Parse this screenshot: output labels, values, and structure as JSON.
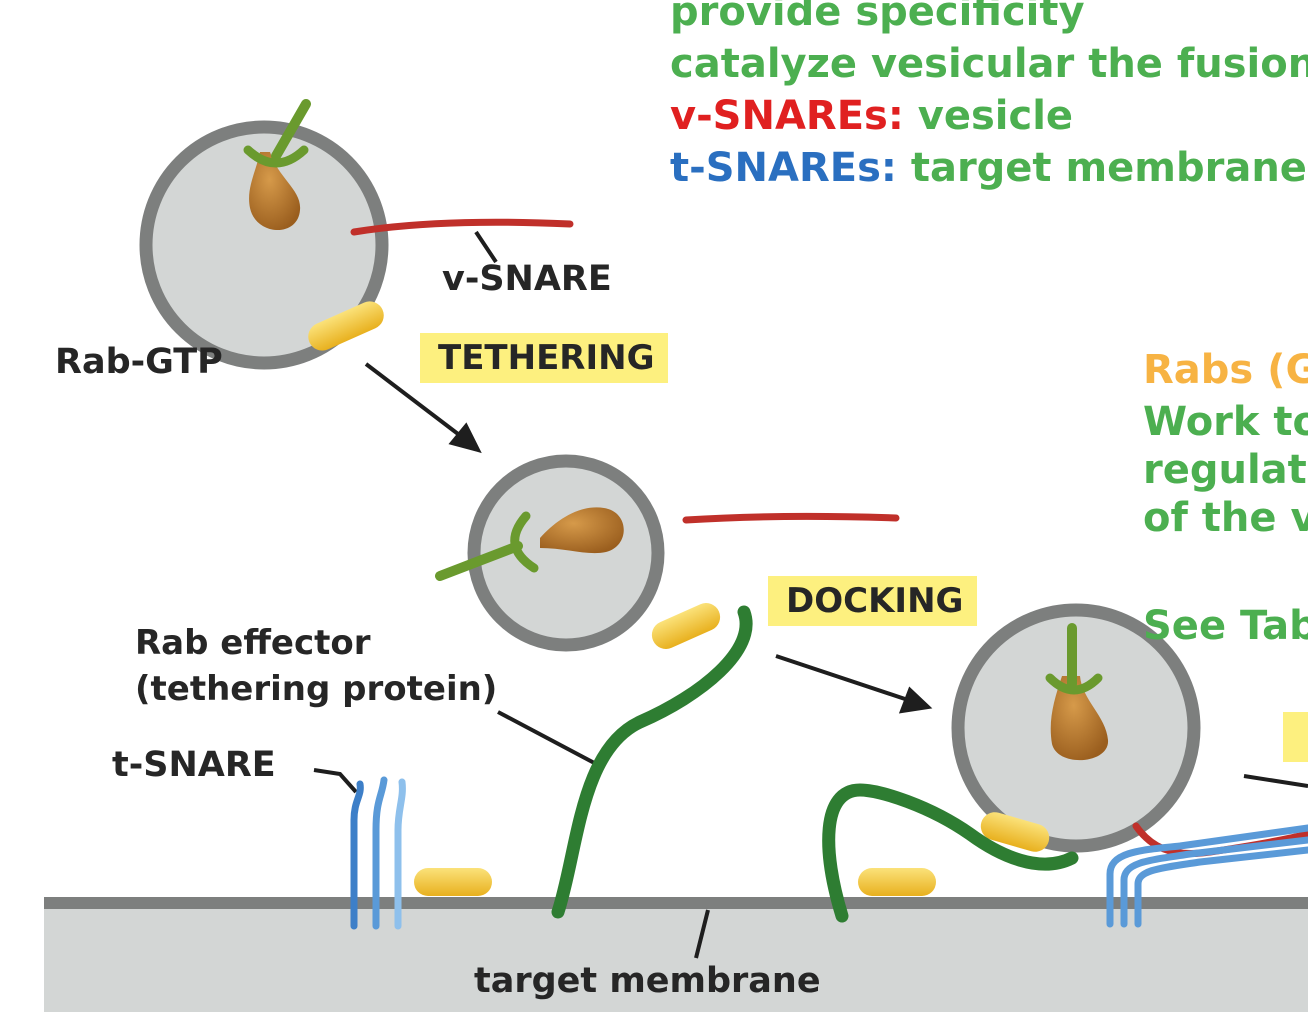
{
  "notes": {
    "snares_line1": "provide specificity",
    "snares_line2": "catalyze vesicular the fusion",
    "v_snares_term": "v-SNAREs:",
    "v_snares_def": " vesicle",
    "t_snares_term": "t-SNAREs:",
    "t_snares_def": " target membrane",
    "rabs_line1": "Rabs (G",
    "rabs_line2": "Work to",
    "rabs_line3": "regulate",
    "rabs_line4": "of the v",
    "rabs_line5": "See Tab"
  },
  "labels": {
    "v_snare": "v-SNARE",
    "rab_gtp": "Rab-GTP",
    "rab_effector_1": "Rab effector",
    "rab_effector_2": "(tethering protein)",
    "t_snare": "t-SNARE",
    "target_membrane": "target membrane"
  },
  "stages": {
    "tethering": "TETHERING",
    "docking": "DOCKING"
  },
  "colors": {
    "green_text": "#4caf50",
    "orange_text": "#f7b343",
    "red_text": "#e02020",
    "blue_text": "#2a6fc0",
    "stage_box": "#fdf07f",
    "vesicle_fill": "#d3d6d5",
    "vesicle_rim": "#7d7f7e",
    "rab_yellow": "#f2c22c",
    "v_snare_red": "#c0302a",
    "t_snare_blue": "#5a9ad8",
    "tether_green": "#2e7d32",
    "cargo_brown": "#b8772c"
  }
}
